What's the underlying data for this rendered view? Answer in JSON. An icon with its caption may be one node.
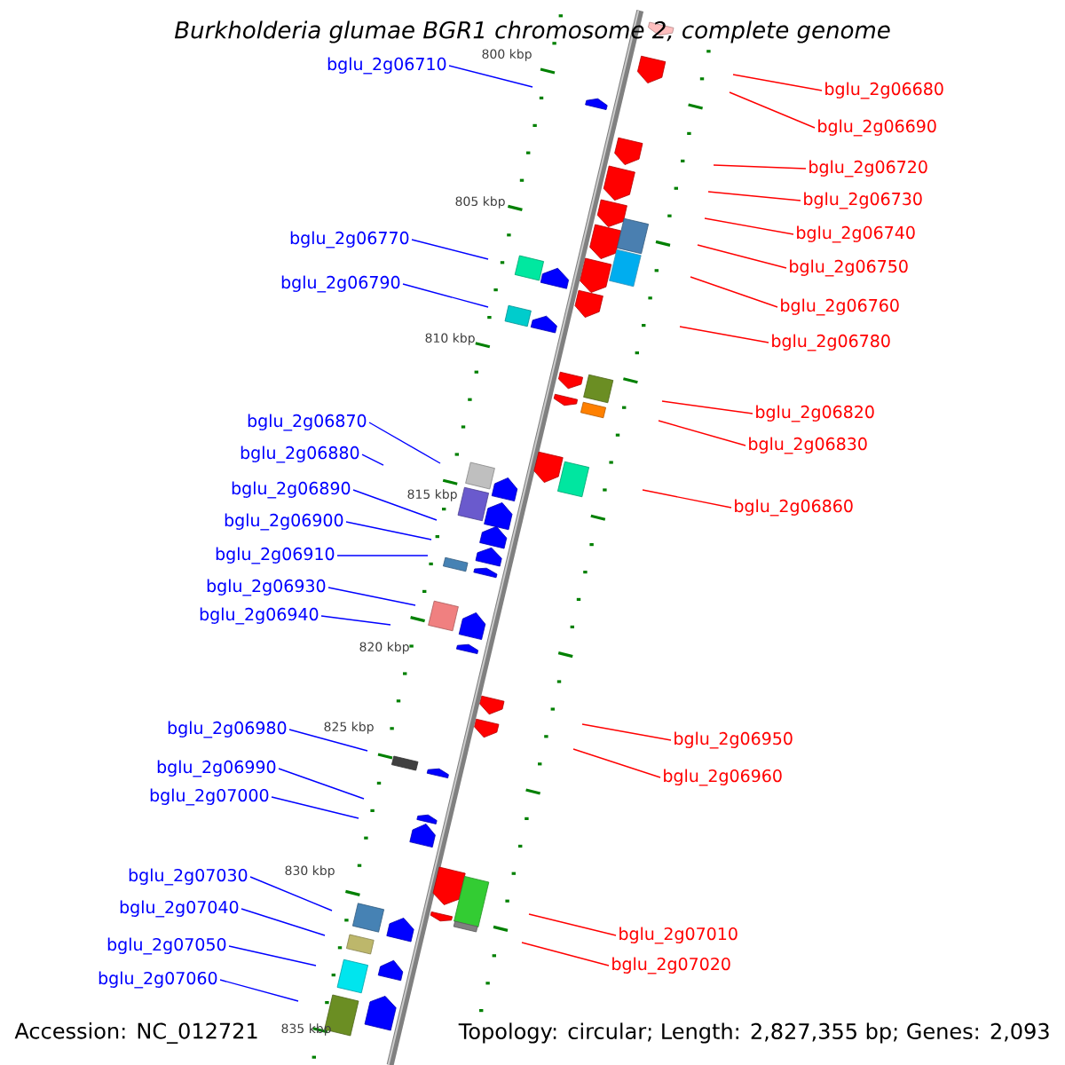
{
  "diagram": {
    "title": "Burkholderia glumae BGR1 chromosome 2, complete genome",
    "nodes": [
      {
        "text": [
          "bglu_2g06710"
        ]
      },
      {
        "text": [
          "bglu_2g06770"
        ]
      },
      {
        "text": [
          "bglu_2g06790"
        ]
      },
      {
        "text": [
          "bglu_2g06870"
        ]
      },
      {
        "text": [
          "bglu_2g06880"
        ]
      },
      {
        "text": [
          "bglu_2g06890"
        ]
      },
      {
        "text": [
          "bglu_2g06900"
        ]
      },
      {
        "text": [
          "bglu_2g06910"
        ]
      },
      {
        "text": [
          "bglu_2g06930"
        ]
      },
      {
        "text": [
          "bglu_2g06940"
        ]
      },
      {
        "text": [
          "bglu_2g06980"
        ]
      },
      {
        "text": [
          "bglu_2g06990"
        ]
      },
      {
        "text": [
          "bglu_2g07000"
        ]
      },
      {
        "text": [
          "bglu_2g07030"
        ]
      },
      {
        "text": [
          "bglu_2g07040"
        ]
      },
      {
        "text": [
          "bglu_2g07050"
        ]
      },
      {
        "text": [
          "bglu_2g07060"
        ]
      },
      {
        "text": [
          "bglu_2g06680"
        ]
      },
      {
        "text": [
          "bglu_2g06690"
        ]
      },
      {
        "text": [
          "bglu_2g06720"
        ]
      },
      {
        "text": [
          "bglu_2g06730"
        ]
      },
      {
        "text": [
          "bglu_2g06740"
        ]
      },
      {
        "text": [
          "bglu_2g06750"
        ]
      },
      {
        "text": [
          "bglu_2g06760"
        ]
      },
      {
        "text": [
          "bglu_2g06780"
        ]
      },
      {
        "text": [
          "bglu_2g06820"
        ]
      },
      {
        "text": [
          "bglu_2g06830"
        ]
      },
      {
        "text": [
          "bglu_2g06860"
        ]
      },
      {
        "text": [
          "bglu_2g06950"
        ]
      },
      {
        "text": [
          "bglu_2g06960"
        ]
      },
      {
        "text": [
          "bglu_2g07010"
        ]
      },
      {
        "text": [
          "bglu_2g07020"
        ]
      }
    ],
    "edges": [
      {
        "from": 0,
        "to": null,
        "arrow": "none",
        "color": "#0000ff"
      },
      {
        "from": 1,
        "to": null,
        "arrow": "none",
        "color": "#0000ff"
      },
      {
        "from": 2,
        "to": null,
        "arrow": "none",
        "color": "#0000ff"
      },
      {
        "from": 3,
        "to": null,
        "arrow": "none",
        "color": "#0000ff"
      },
      {
        "from": 4,
        "to": null,
        "arrow": "none",
        "color": "#0000ff"
      },
      {
        "from": 5,
        "to": null,
        "arrow": "none",
        "color": "#0000ff"
      },
      {
        "from": 6,
        "to": null,
        "arrow": "none",
        "color": "#0000ff"
      },
      {
        "from": 7,
        "to": null,
        "arrow": "none",
        "color": "#0000ff"
      },
      {
        "from": 8,
        "to": null,
        "arrow": "none",
        "color": "#0000ff"
      },
      {
        "from": 9,
        "to": null,
        "arrow": "none",
        "color": "#0000ff"
      },
      {
        "from": 10,
        "to": null,
        "arrow": "none",
        "color": "#0000ff"
      },
      {
        "from": 11,
        "to": null,
        "arrow": "none",
        "color": "#0000ff"
      },
      {
        "from": 12,
        "to": null,
        "arrow": "none",
        "color": "#0000ff"
      },
      {
        "from": 13,
        "to": null,
        "arrow": "none",
        "color": "#0000ff"
      },
      {
        "from": 14,
        "to": null,
        "arrow": "none",
        "color": "#0000ff"
      },
      {
        "from": 15,
        "to": null,
        "arrow": "none",
        "color": "#0000ff"
      },
      {
        "from": 16,
        "to": null,
        "arrow": "none",
        "color": "#0000ff"
      },
      {
        "from": 17,
        "to": null,
        "arrow": "none",
        "color": "#ff0000"
      },
      {
        "from": 18,
        "to": null,
        "arrow": "none",
        "color": "#ff0000"
      },
      {
        "from": 19,
        "to": null,
        "arrow": "none",
        "color": "#ff0000"
      },
      {
        "from": 20,
        "to": null,
        "arrow": "none",
        "color": "#ff0000"
      },
      {
        "from": 21,
        "to": null,
        "arrow": "none",
        "color": "#ff0000"
      },
      {
        "from": 22,
        "to": null,
        "arrow": "none",
        "color": "#ff0000"
      },
      {
        "from": 23,
        "to": null,
        "arrow": "none",
        "color": "#ff0000"
      },
      {
        "from": 24,
        "to": null,
        "arrow": "none",
        "color": "#ff0000"
      },
      {
        "from": 25,
        "to": null,
        "arrow": "none",
        "color": "#ff0000"
      },
      {
        "from": 26,
        "to": null,
        "arrow": "none",
        "color": "#ff0000"
      },
      {
        "from": 27,
        "to": null,
        "arrow": "none",
        "color": "#ff0000"
      },
      {
        "from": 28,
        "to": null,
        "arrow": "none",
        "color": "#ff0000"
      },
      {
        "from": 29,
        "to": null,
        "arrow": "none",
        "color": "#ff0000"
      },
      {
        "from": 30,
        "to": null,
        "arrow": "none",
        "color": "#ff0000"
      },
      {
        "from": 31,
        "to": null,
        "arrow": "none",
        "color": "#ff0000"
      }
    ],
    "labels": [
      "800 kbp",
      "805 kbp",
      "810 kbp",
      "815 kbp",
      "820 kbp",
      "825 kbp",
      "830 kbp",
      "835 kbp",
      "Accession: NC_012721",
      "Topology: circular; Length: 2,827,355 bp; Genes: 2,093"
    ]
  }
}
